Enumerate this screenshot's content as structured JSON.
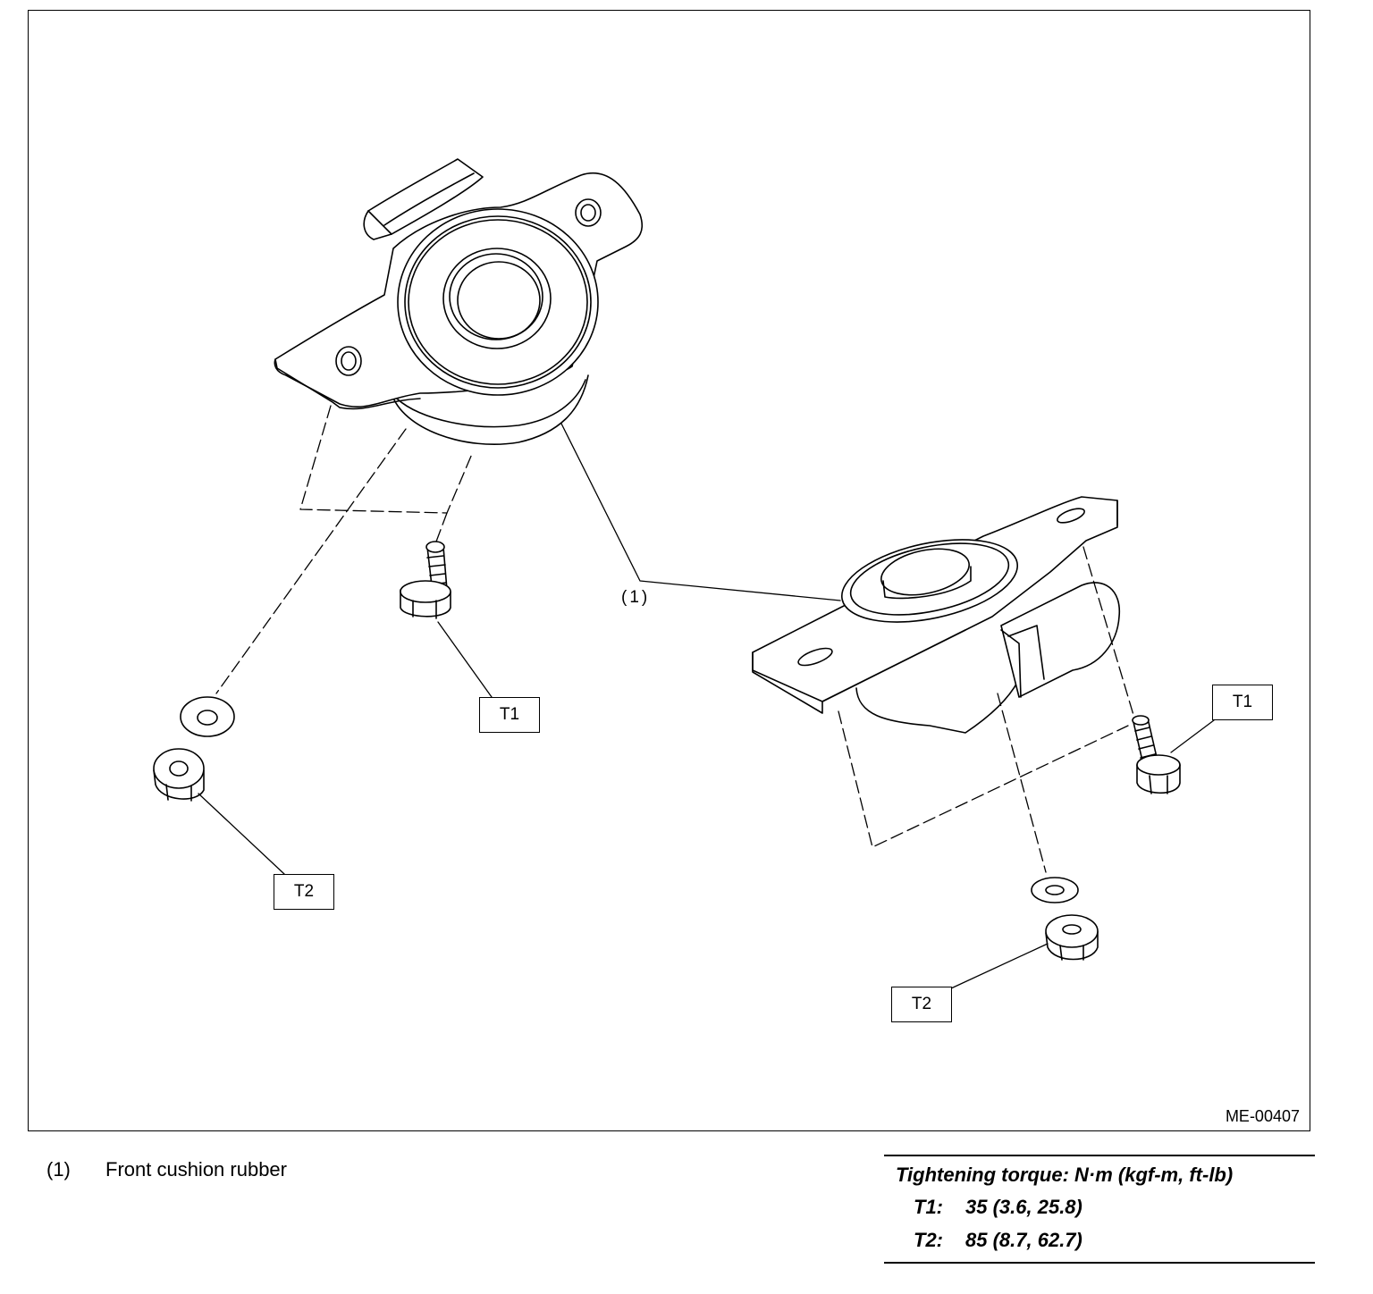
{
  "figure": {
    "id": "ME-00407",
    "callouts": {
      "part_1": "(1)",
      "t1_left": "T1",
      "t1_right": "T1",
      "t2_left": "T2",
      "t2_right": "T2"
    }
  },
  "legend": {
    "number": "(1)",
    "text": "Front cushion rubber"
  },
  "torque": {
    "title": "Tightening torque: N·m (kgf-m, ft-lb)",
    "rows": [
      {
        "label": "T1:",
        "value": "35 (3.6, 25.8)"
      },
      {
        "label": "T2:",
        "value": "85 (8.7, 62.7)"
      }
    ]
  }
}
